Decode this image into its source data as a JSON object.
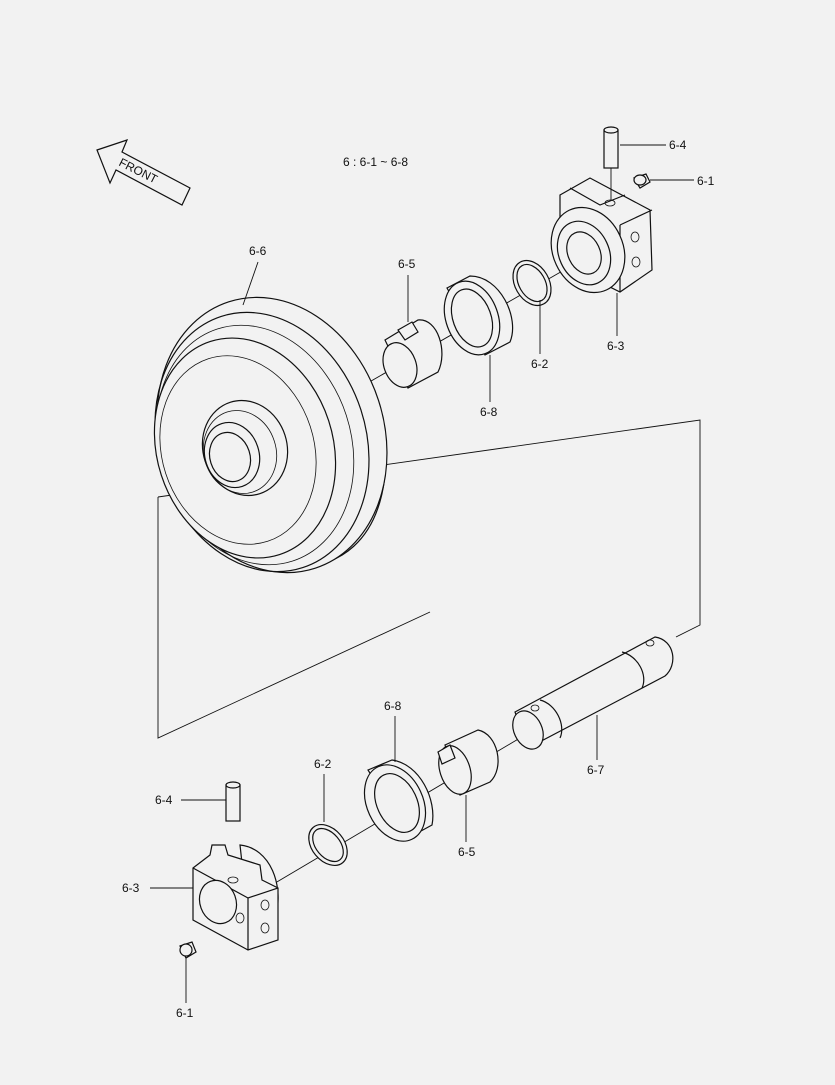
{
  "diagram": {
    "legend": "6 : 6-1 ~ 6-8",
    "front_arrow_label": "FRONT",
    "callouts": {
      "top_6_4": "6-4",
      "top_6_1": "6-1",
      "top_6_6": "6-6",
      "top_6_5": "6-5",
      "top_6_2": "6-2",
      "top_6_3": "6-3",
      "top_6_8": "6-8",
      "bot_6_8": "6-8",
      "bot_6_2": "6-2",
      "bot_6_4": "6-4",
      "bot_6_3": "6-3",
      "bot_6_1": "6-1",
      "bot_6_5": "6-5",
      "bot_6_7": "6-7"
    }
  }
}
